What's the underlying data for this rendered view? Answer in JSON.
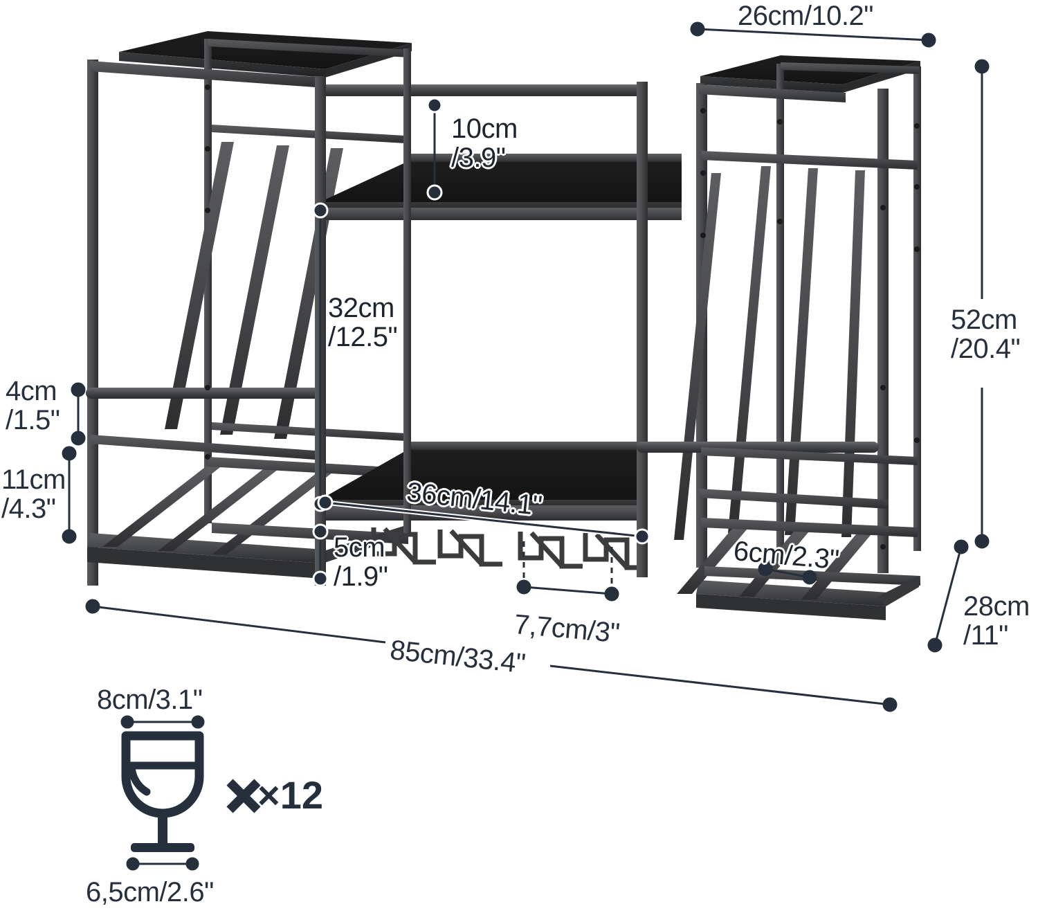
{
  "diagram": {
    "title": "Wine rack dimension diagram",
    "background_color": "#ffffff",
    "accent_color": "#26303c",
    "metal_color": "#47484b",
    "wood_color": "#181818"
  },
  "dimensions": {
    "top_shelf_depth": "26cm/10.2\"",
    "upper_gap": "10cm\n/3.9\"",
    "middle_gap": "32cm\n/12.5\"",
    "tower_rail_gap": "4cm\n/1.5\"",
    "bottom_bay": "11cm\n/4.3\"",
    "total_height": "52cm\n/20.4\"",
    "center_shelf_depth": "36cm/14.1\"",
    "shelf_lip": "5cm\n/1.9\"",
    "glass_rail_spacing": "7,7cm/3\"",
    "slat_spacing": "6cm/2.3\"",
    "total_depth": "28cm\n/11\"",
    "total_width": "85cm/33.4\""
  },
  "glass": {
    "bowl_width": "8cm/3.1\"",
    "base_width": "6,5cm/2.6\"",
    "count": "×12",
    "icon": "wine-glass-icon"
  }
}
